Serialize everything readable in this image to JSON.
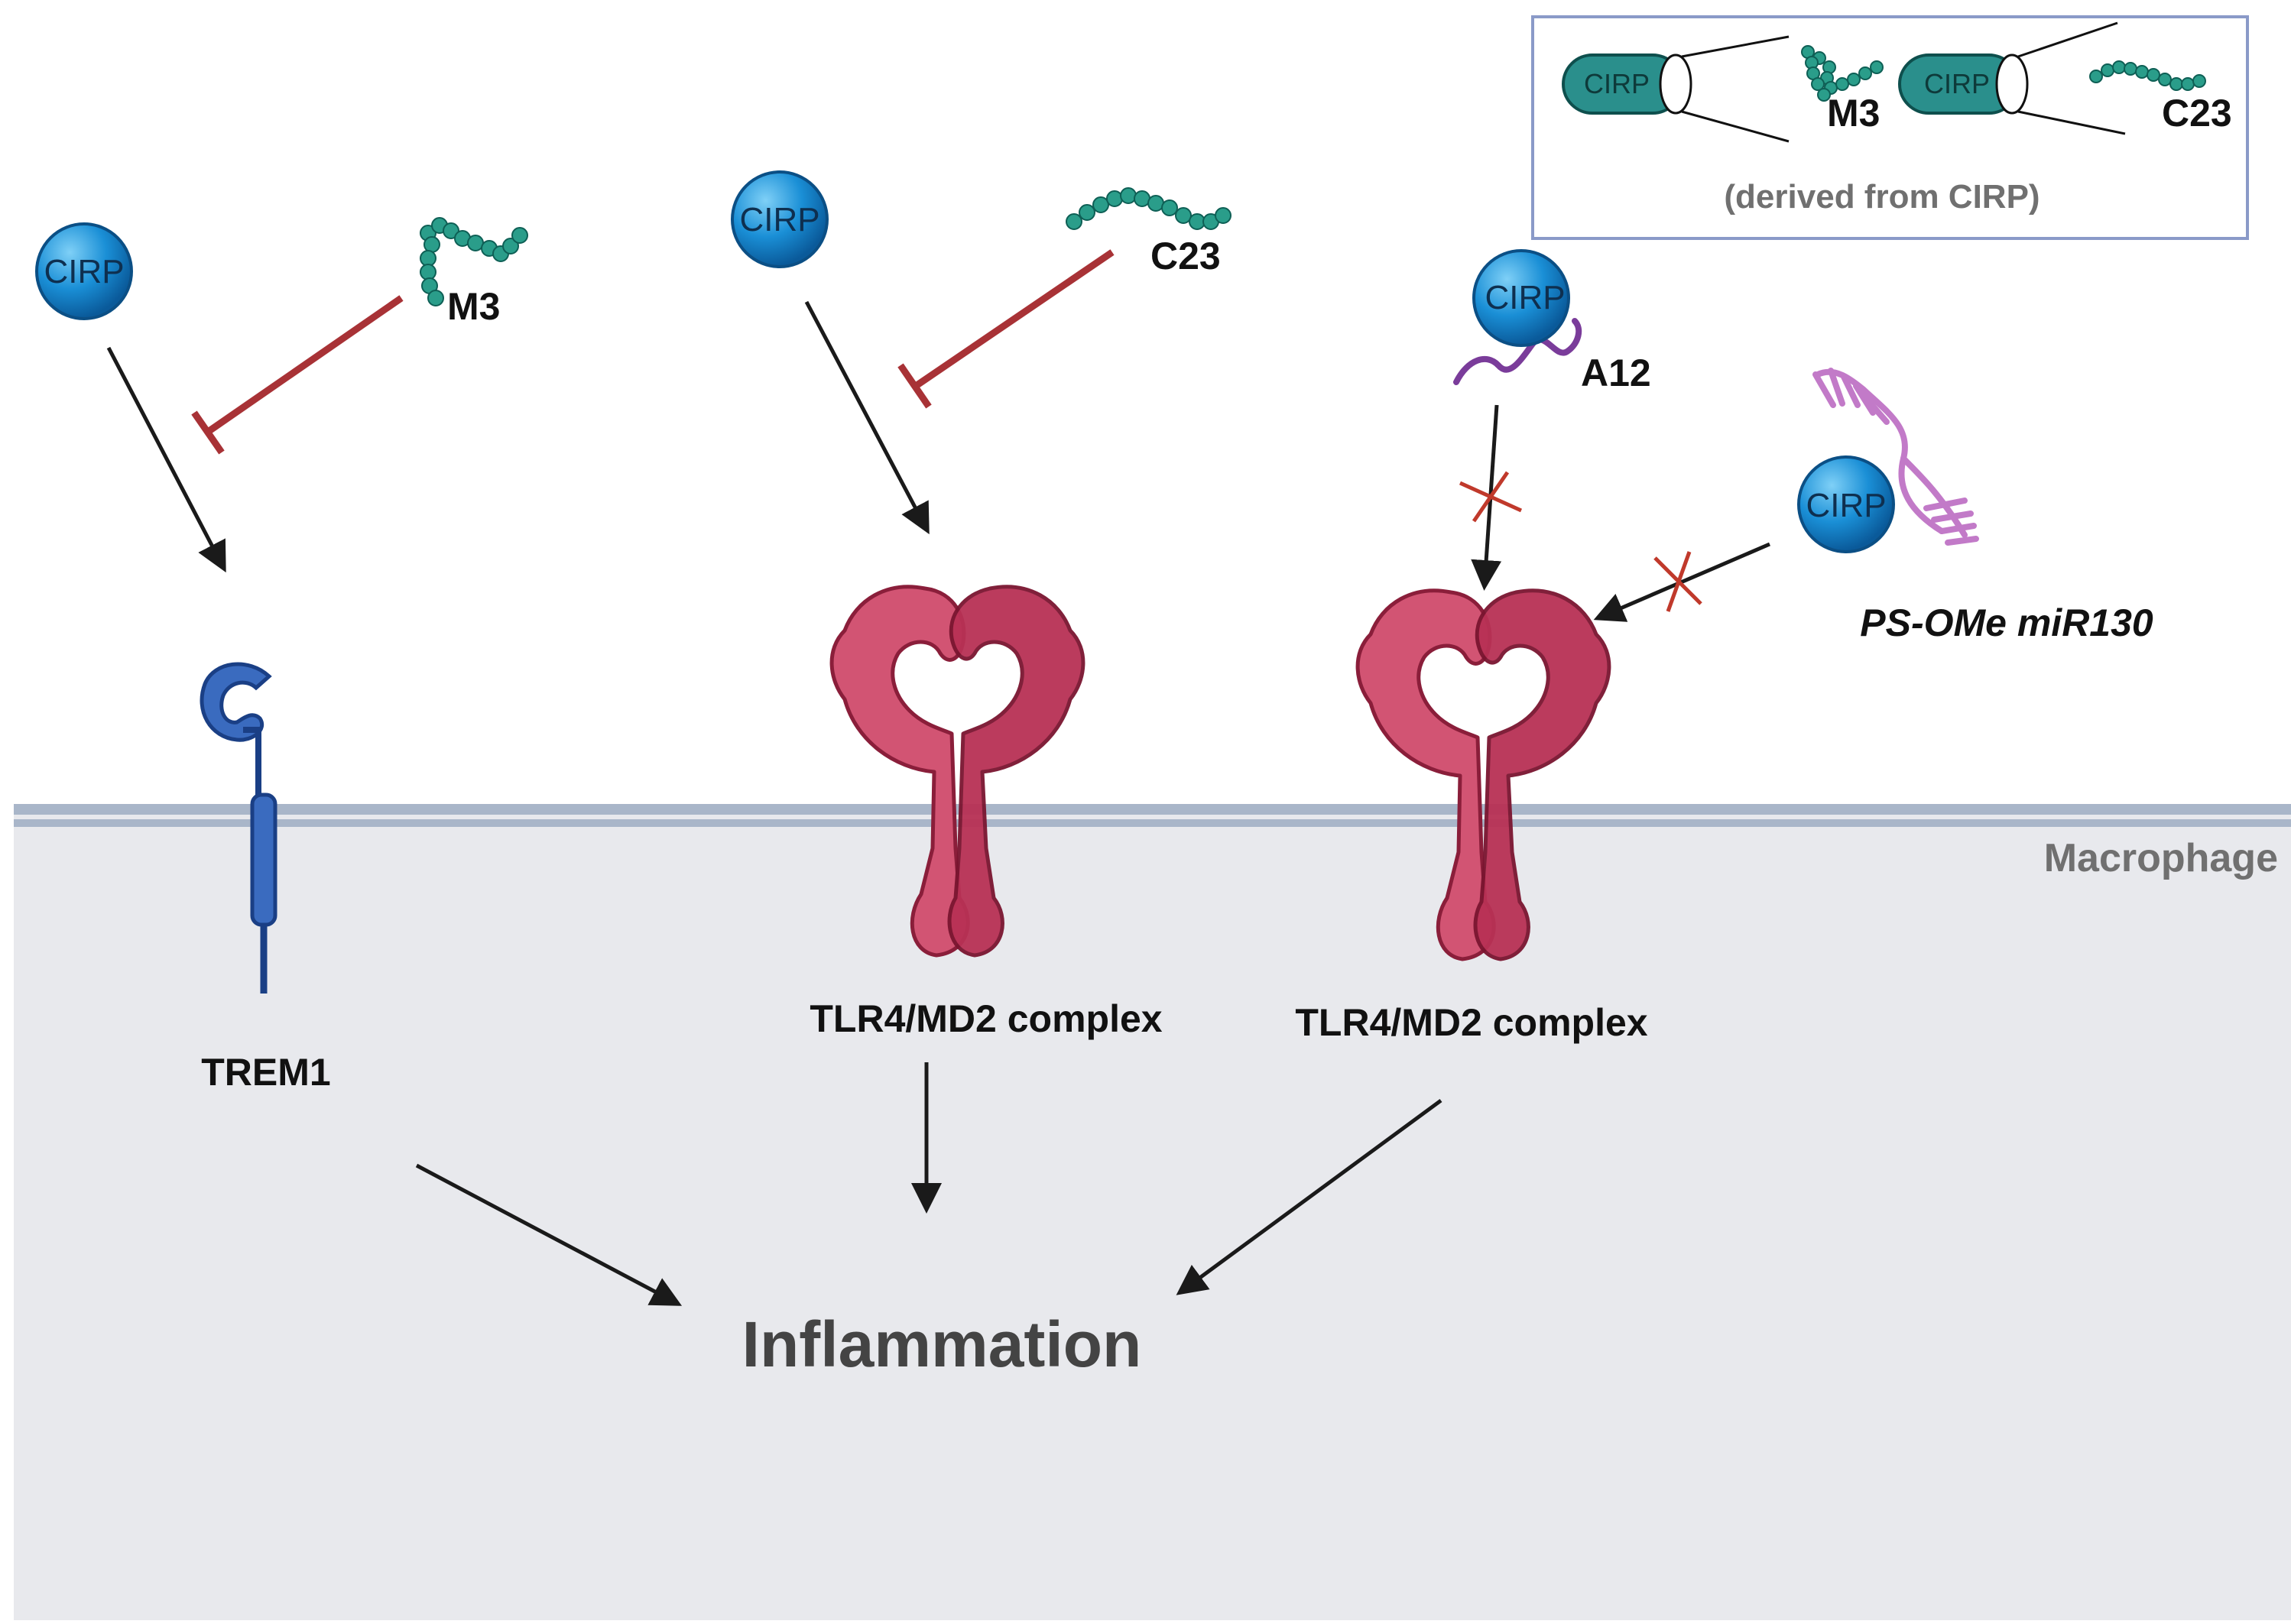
{
  "labels": {
    "cirp": "CIRP",
    "m3": "M3",
    "c23": "C23",
    "a12": "A12",
    "ps_ome": "PS-OMe miR130",
    "derived": "(derived from CIRP)",
    "macrophage": "Macrophage",
    "trem1": "TREM1",
    "tlr4_1": "TLR4/MD2 complex",
    "tlr4_2": "TLR4/MD2 complex",
    "inflammation": "Inflammation"
  },
  "colors": {
    "cirp_ball": "#1a8fd6",
    "peptide": "#2a9d8a",
    "inhibit": "#a83236",
    "tlr4": "#c8405e",
    "trem1": "#3a6bbf",
    "a12_chain": "#7a3c9a",
    "mirna": "#c27ac8",
    "cell": "#e8e9ed",
    "membrane": "#9fadc2"
  },
  "icons": [
    "cirp-ball-icon",
    "peptide-chain-icon",
    "inhibition-bar-icon",
    "tlr4-receptor-icon",
    "trem1-receptor-icon",
    "blocked-cross-icon"
  ]
}
